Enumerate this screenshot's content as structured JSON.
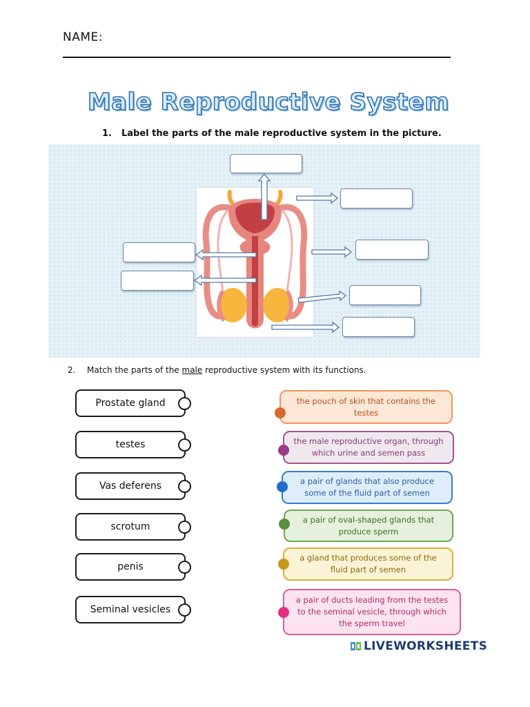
{
  "header": {
    "name_label": "NAME:",
    "title": "Male Reproductive System"
  },
  "section1": {
    "number": "1.",
    "instruction": "Label the parts of the male reproductive system in the picture."
  },
  "section2": {
    "number": "2.",
    "instruction_before": "Match the parts of the",
    "instruction_underlined": "male",
    "instruction_after": "reproductive system with its functions."
  },
  "terms": [
    "Prostate gland",
    "testes",
    "Vas deferens",
    "scrotum",
    "penis",
    "Seminal vesicles"
  ],
  "functions": [
    {
      "line1": "the pouch of skin that contains the",
      "line2": "testes",
      "line3": ""
    },
    {
      "line1": "the male reproductive organ, through",
      "line2": "which urine and semen pass",
      "line3": ""
    },
    {
      "line1": "a pair of glands that also produce",
      "line2": "some of the fluid part of semen",
      "line3": ""
    },
    {
      "line1": "a pair of oval-shaped glands that",
      "line2": "produce sperm",
      "line3": ""
    },
    {
      "line1": "a gland that produces some of the",
      "line2": "fluid part of semen",
      "line3": ""
    },
    {
      "line1": "a pair of ducts leading from the testes",
      "line2": "to the seminal vesicle, through which",
      "line3": "the sperm travel"
    }
  ],
  "brand": {
    "text": "LIVEWORKSHEETS",
    "icon": "liveworksheets-logo-icon"
  },
  "colors": {
    "func_orange": "#f0955a",
    "func_purple": "#a0548b",
    "func_blue": "#2e7fcf",
    "func_green": "#6aa84f",
    "func_yellow": "#d6b13a",
    "func_pink": "#e25a9a",
    "diagram_bg": "#e4f1f7",
    "organ_red": "#e07f78",
    "bladder": "#c9484a",
    "testis": "#f6b73c"
  }
}
